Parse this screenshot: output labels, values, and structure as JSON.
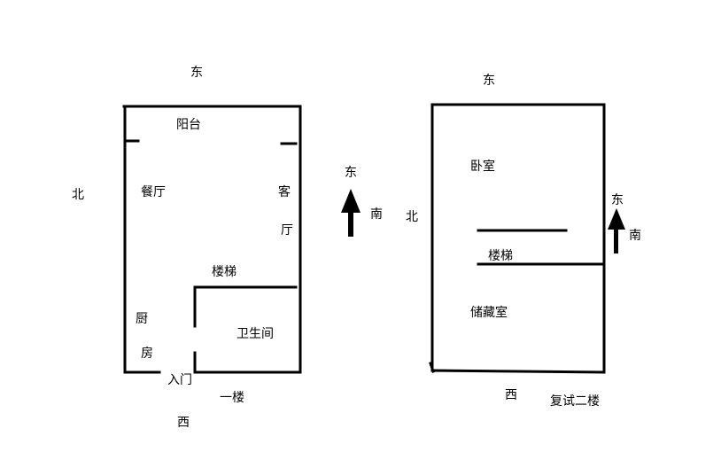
{
  "colors": {
    "ink": "#000000",
    "background": "#ffffff"
  },
  "plan_1f": {
    "caption": "一楼",
    "directions": {
      "top": "东",
      "left": "北",
      "bottom": "西"
    },
    "compass": {
      "arrow_label": "东",
      "side_label": "南"
    },
    "rooms": {
      "balcony": "阳台",
      "dining": "餐厅",
      "living_a": "客",
      "living_b": "厅",
      "stairs": "楼梯",
      "kitchen_a": "厨",
      "kitchen_b": "房",
      "bathroom": "卫生间",
      "entrance": "入门"
    }
  },
  "plan_2f": {
    "caption": "复试二楼",
    "directions": {
      "top": "东",
      "left": "北",
      "bottom": "西"
    },
    "compass": {
      "arrow_label": "东",
      "side_label": "南"
    },
    "rooms": {
      "bedroom": "卧室",
      "stairs": "楼梯",
      "storage": "储藏室"
    }
  }
}
